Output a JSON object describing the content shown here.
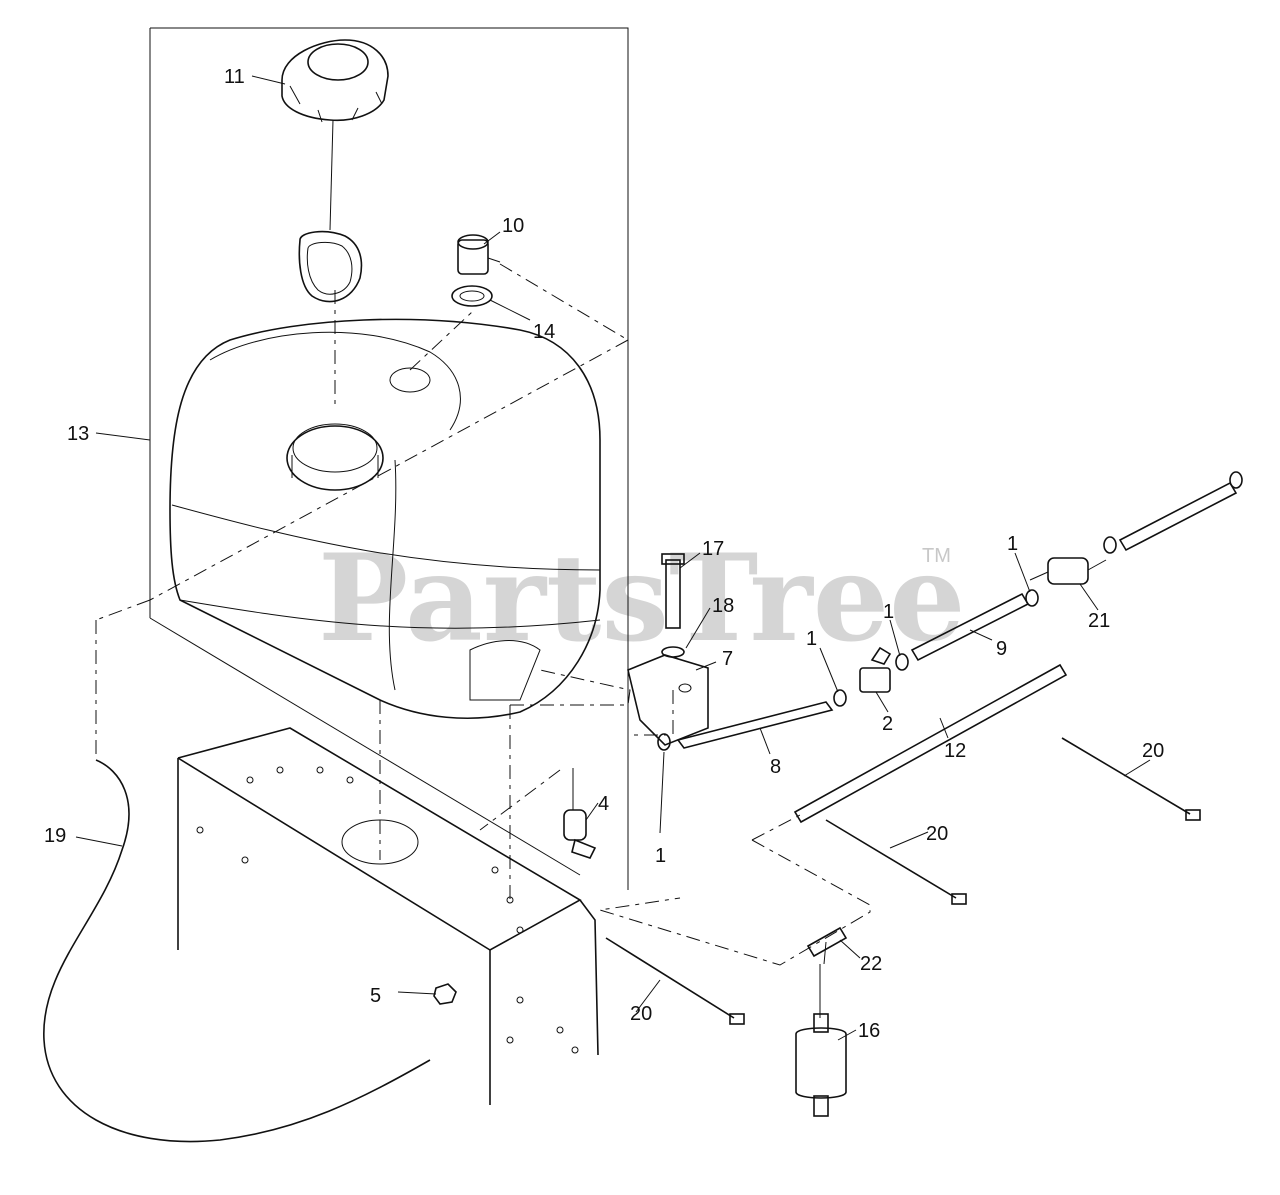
{
  "watermark": {
    "text": "PartsTree",
    "tm": "TM"
  },
  "callouts": [
    {
      "id": "11",
      "label": "11"
    },
    {
      "id": "10",
      "label": "10"
    },
    {
      "id": "14",
      "label": "14"
    },
    {
      "id": "13",
      "label": "13"
    },
    {
      "id": "17",
      "label": "17"
    },
    {
      "id": "18",
      "label": "18"
    },
    {
      "id": "7",
      "label": "7"
    },
    {
      "id": "1a",
      "label": "1"
    },
    {
      "id": "1b",
      "label": "1"
    },
    {
      "id": "1c",
      "label": "1"
    },
    {
      "id": "1d",
      "label": "1"
    },
    {
      "id": "21",
      "label": "21"
    },
    {
      "id": "9",
      "label": "9"
    },
    {
      "id": "2",
      "label": "2"
    },
    {
      "id": "8",
      "label": "8"
    },
    {
      "id": "12",
      "label": "12"
    },
    {
      "id": "20a",
      "label": "20"
    },
    {
      "id": "20b",
      "label": "20"
    },
    {
      "id": "20c",
      "label": "20"
    },
    {
      "id": "4",
      "label": "4"
    },
    {
      "id": "19",
      "label": "19"
    },
    {
      "id": "22",
      "label": "22"
    },
    {
      "id": "16",
      "label": "16"
    },
    {
      "id": "5",
      "label": "5"
    }
  ]
}
